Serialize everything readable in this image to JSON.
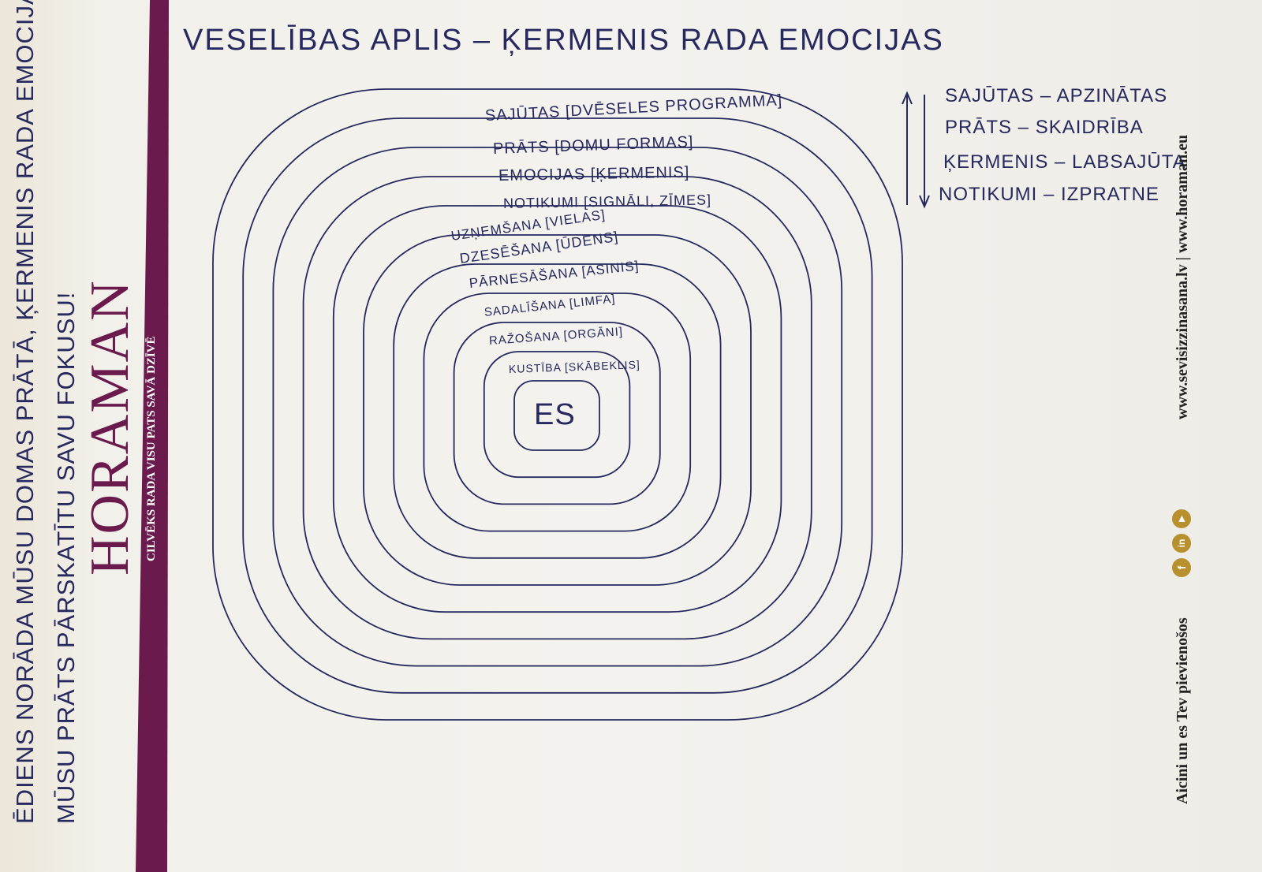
{
  "title": "VESELĪBAS APLIS – ĶERMENIS RADA EMOCIJAS",
  "rings": [
    {
      "label": "SAJŪTAS [DVĒSELES PROGRAMMA]"
    },
    {
      "label": "PRĀTS [DOMU FORMAS]"
    },
    {
      "label": "EMOCIJAS [ĶERMENIS]"
    },
    {
      "label": "NOTIKUMI [SIGNĀLI, ZĪMES]"
    },
    {
      "label": "UZŅEMŠANA [VIELAS]"
    },
    {
      "label": "DZESĒŠANA [ŪDENS]"
    },
    {
      "label": "PĀRNESĀŠANA [ASINIS]"
    },
    {
      "label": "SADALĪŠANA [LIMFA]"
    },
    {
      "label": "RAŽOŠANA [ORGĀNI]"
    },
    {
      "label": "KUSTĪBA [SKĀBEKLIS]"
    }
  ],
  "center_label": "ES",
  "legend": [
    "SAJŪTAS – APZINĀTAS",
    "PRĀTS – SKAIDRĪBA",
    "ĶERMENIS – LABSAJŪTA",
    "NOTIKUMI – IZPRATNE"
  ],
  "side_note_line1": "ĒDIENS NORĀDA MŪSU DOMAS PRĀTĀ, ĶERMENIS RADA EMOCIJAS, LAI",
  "side_note_line2": "MŪSU PRĀTS PĀRSKATĪTU SAVU FOKUSU!",
  "brand": {
    "logo": "HORAMAN",
    "tagline": "CILVĒKS RADA VISU PATS SAVĀ DZĪVĒ",
    "color": "#6b1a4e",
    "accent": "#b8902e"
  },
  "footer": {
    "cta": "Aicini un es Tev pievienošos",
    "links": "www.sevisizzinasana.lv | www.horaman.eu",
    "social": [
      "facebook-icon",
      "linkedin-icon",
      "youtube-icon"
    ]
  },
  "ink_color": "#26285e"
}
